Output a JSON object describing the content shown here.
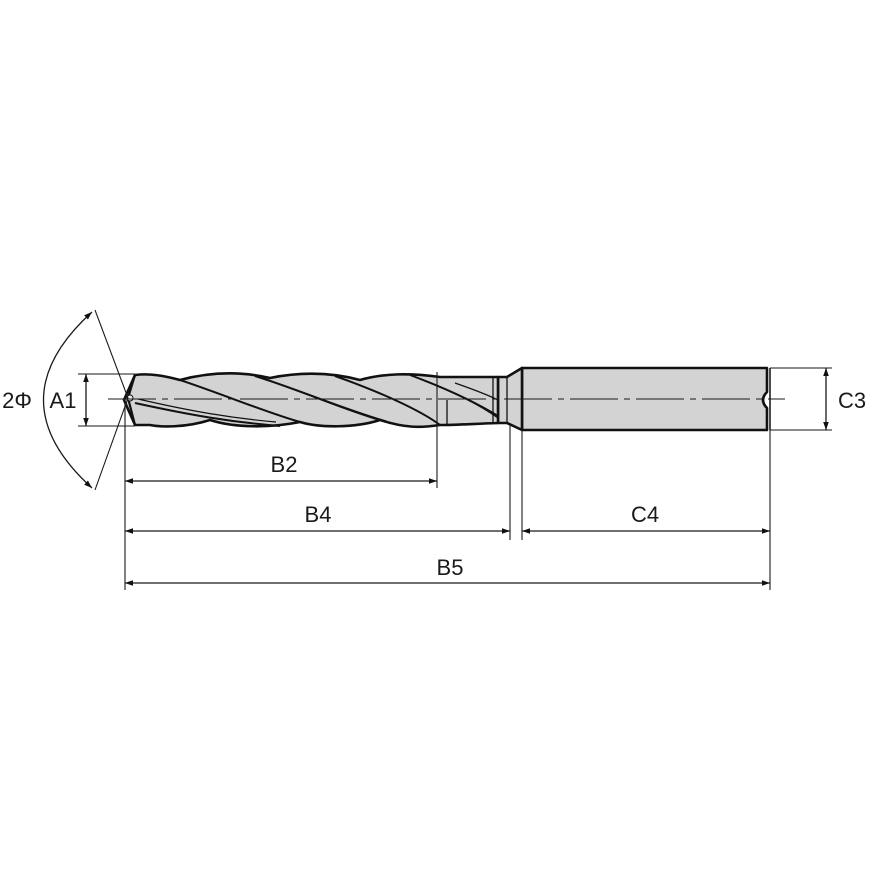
{
  "drawing": {
    "subject": "Twist drill with cylindrical shank",
    "colors": {
      "body_fill": "#d3d3d3",
      "line": "#111111",
      "background": "#ffffff"
    },
    "labels": {
      "point_angle": "2Φ",
      "cutting_diameter": "A1",
      "flute_length": "B2",
      "body_length": "B4",
      "overall_length": "B5",
      "shank_diameter": "C3",
      "shank_length": "C4"
    }
  }
}
